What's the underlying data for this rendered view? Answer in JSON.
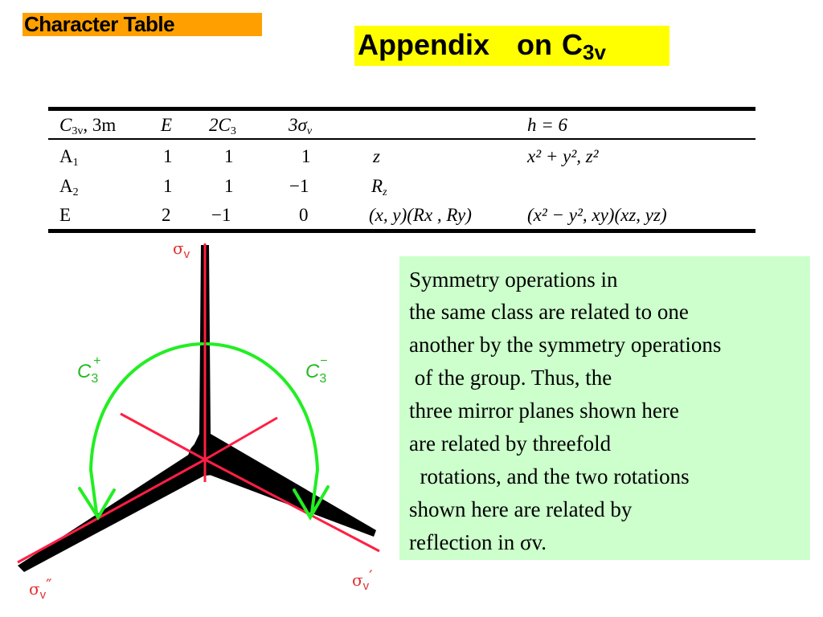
{
  "tag": {
    "label": "Character Table",
    "bg": "#ffa000"
  },
  "title": {
    "word1": "Appendix",
    "word2": "on",
    "base": "C",
    "sub": "3v",
    "bg": "#ffff00"
  },
  "character_table": {
    "header": {
      "group": "C",
      "group_sub": "3v",
      "group_rest": ", 3m",
      "c1": "E",
      "c2_pre": "2C",
      "c2_sub": "3",
      "c3_pre": "3σ",
      "c3_sub": "v",
      "order": "h = 6"
    },
    "rows": [
      {
        "irrep": "A",
        "irrep_sub": "1",
        "c1": "1",
        "c2": "1",
        "c3": "1",
        "linear": "z",
        "quadratic": "x² + y², z²"
      },
      {
        "irrep": "A",
        "irrep_sub": "2",
        "c1": "1",
        "c2": "1",
        "c3": "−1",
        "linear": "R",
        "linear_sub": "z",
        "quadratic": ""
      },
      {
        "irrep": "E",
        "irrep_sub": "",
        "c1": "2",
        "c2": "−1",
        "c3": "0",
        "linear": "(x, y)(Rx , Ry)",
        "quadratic": "(x² − y², xy)(xz, yz)"
      }
    ]
  },
  "diagram": {
    "labels": {
      "sigma_v_top": "σ",
      "sigma_v_top_sub": "v",
      "sigma_v_left": "σ",
      "sigma_v_left_sub": "v",
      "sigma_v_left_mark": "″",
      "sigma_v_right": "σ",
      "sigma_v_right_sub": "v",
      "sigma_v_right_mark": "′",
      "c3_plus": "C",
      "c3_plus_sub": "3",
      "c3_plus_sup": "+",
      "c3_minus": "C",
      "c3_minus_sub": "3",
      "c3_minus_sup": "−"
    },
    "colors": {
      "plane": "#ff1f44",
      "arrow": "#22ee22",
      "label_red": "#e03030",
      "label_green": "#22bb22",
      "axis": "#000000"
    }
  },
  "note": {
    "bg": "#ccffcc",
    "lines": [
      "Symmetry operations in",
      "the same class are related to one",
      "another by the symmetry operations",
      " of the group. Thus, the",
      "three mirror planes shown here",
      "are related by threefold",
      "  rotations, and the two rotations",
      "shown here are related by",
      "reflection in σv."
    ]
  }
}
